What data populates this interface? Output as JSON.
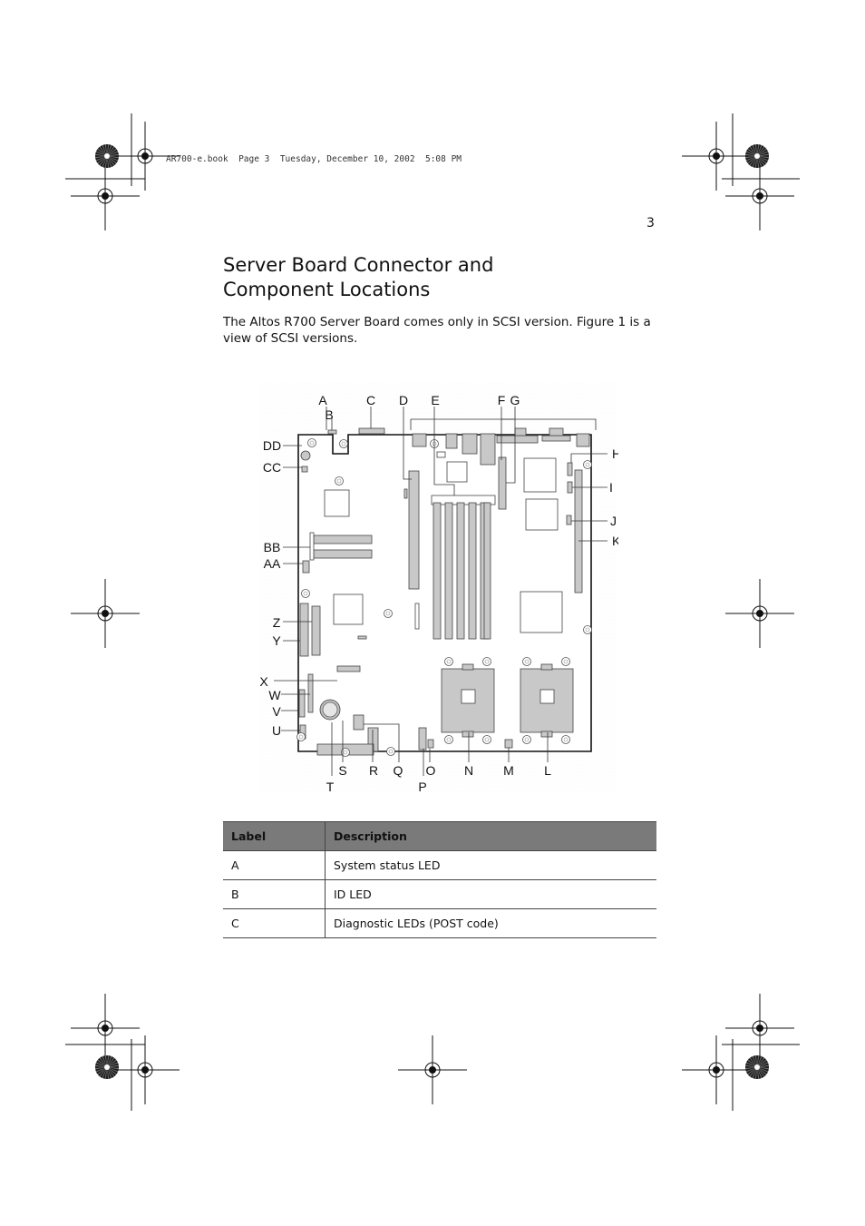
{
  "header": {
    "print_info": "AR700-e.book  Page 3  Tuesday, December 10, 2002  5:08 PM",
    "page_number": "3"
  },
  "section": {
    "title_line1": "Server Board Connector and",
    "title_line2": "Component Locations",
    "intro": "The Altos R700 Server Board comes only in SCSI version. Figure 1 is a view of SCSI versions."
  },
  "figure": {
    "callouts": [
      "A",
      "B",
      "C",
      "D",
      "E",
      "F",
      "G",
      "H",
      "I",
      "J",
      "K",
      "L",
      "M",
      "N",
      "O",
      "P",
      "Q",
      "R",
      "S",
      "T",
      "U",
      "V",
      "W",
      "X",
      "Y",
      "Z",
      "AA",
      "BB",
      "CC",
      "DD"
    ]
  },
  "legend_table": {
    "headers": [
      "Label",
      "Description"
    ],
    "rows": [
      {
        "label": "A",
        "description": "System status LED"
      },
      {
        "label": "B",
        "description": "ID LED"
      },
      {
        "label": "C",
        "description": "Diagnostic LEDs (POST code)"
      }
    ]
  },
  "colors": {
    "table_header_bg": "#7a7a7a",
    "board_component_fill": "#c8c8c8"
  }
}
